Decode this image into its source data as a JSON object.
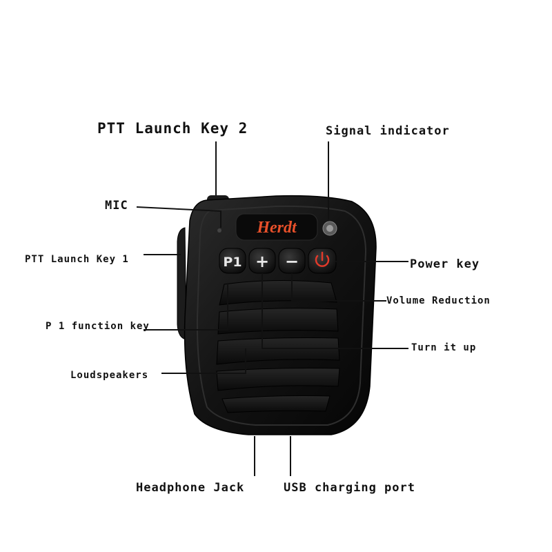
{
  "brand": "Herdt",
  "buttons": {
    "p1": "P1",
    "plus": "+",
    "minus": "−"
  },
  "colors": {
    "body": "#141414",
    "brand": "#e8502a",
    "power": "#e23a2a",
    "line": "#111111"
  },
  "labels": {
    "ptt_key_2": "PTT Launch Key 2",
    "signal_indicator": "Signal indicator",
    "mic": "MIC",
    "ptt_key_1": "PTT Launch Key 1",
    "power_key": "Power key",
    "volume_reduction": "Volume Reduction",
    "p1_function_key": "P 1 function key",
    "turn_it_up": "Turn it up",
    "loudspeakers": "Loudspeakers",
    "headphone_jack": "Headphone Jack",
    "usb_charging_port": "USB charging port"
  }
}
